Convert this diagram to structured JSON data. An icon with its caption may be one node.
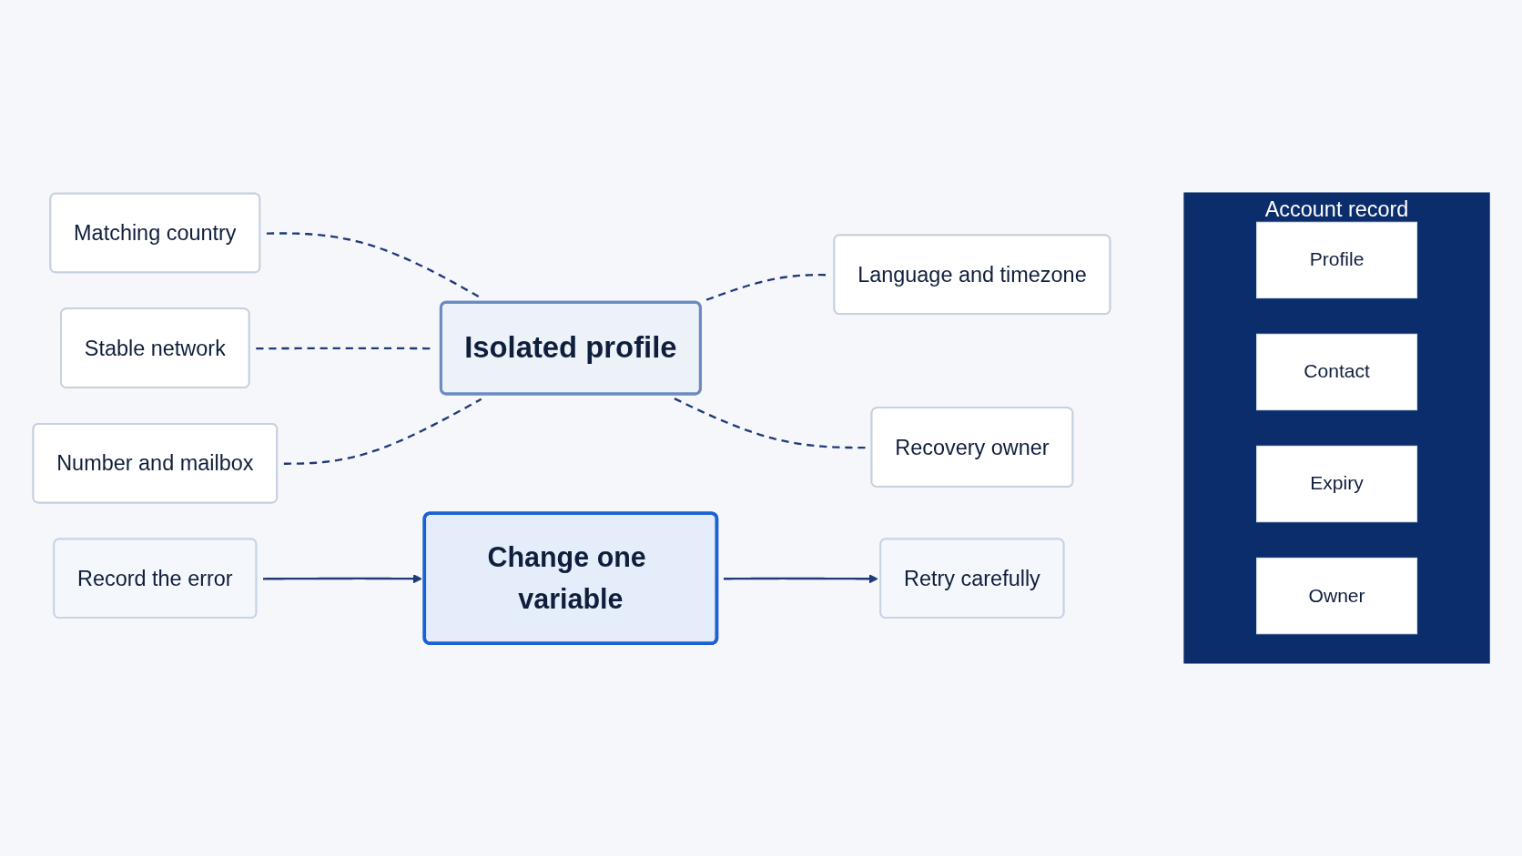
{
  "diagram": {
    "nodes": [
      {
        "text": [
          "Matching country"
        ]
      },
      {
        "text": [
          "Stable network"
        ]
      },
      {
        "text": [
          "Isolated profile"
        ]
      },
      {
        "text": [
          "Language and timezone"
        ]
      },
      {
        "text": [
          "Number and mailbox"
        ]
      },
      {
        "text": [
          "Recovery owner"
        ]
      },
      {
        "text": [
          "Account record"
        ]
      },
      {
        "text": [
          "Profile"
        ],
        "in": 6
      },
      {
        "text": [
          "Contact"
        ],
        "in": 6
      },
      {
        "text": [
          "Expiry"
        ],
        "in": 6
      },
      {
        "text": [
          "Owner"
        ],
        "in": 6
      },
      {
        "text": [
          "Record the error"
        ]
      },
      {
        "text": [
          "Change one variable"
        ]
      },
      {
        "text": [
          "Retry carefully"
        ]
      }
    ],
    "edges": [
      {
        "from": 0,
        "to": 2,
        "arrow": "none",
        "style": "dashed"
      },
      {
        "from": 1,
        "to": 2,
        "arrow": "none",
        "style": "dashed"
      },
      {
        "from": 2,
        "to": 3,
        "arrow": "none",
        "style": "dashed"
      },
      {
        "from": 4,
        "to": 2,
        "arrow": "none",
        "style": "dashed"
      },
      {
        "from": 2,
        "to": 5,
        "arrow": "none",
        "style": "dashed"
      },
      {
        "from": 11,
        "to": 12,
        "arrow": "to"
      },
      {
        "from": 12,
        "to": 13,
        "arrow": "to"
      }
    ]
  }
}
